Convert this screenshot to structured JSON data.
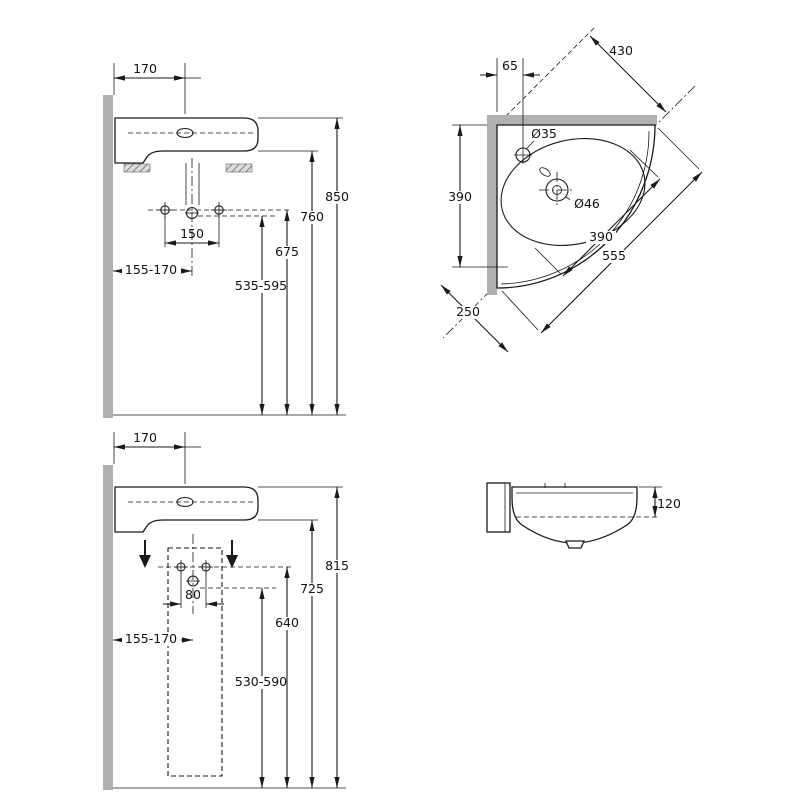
{
  "drawing": {
    "colors": {
      "wall": "#b0b0b0",
      "line": "#1a1a1a",
      "background": "#ffffff"
    },
    "views": {
      "side_upper": {
        "dims": {
          "width_170": "170",
          "height_850": "850",
          "height_760": "760",
          "height_675": "675",
          "holes_150": "150",
          "wall_range": "155-170",
          "drain_range": "535-595"
        }
      },
      "plan": {
        "dims": {
          "wall_430": "430",
          "tap_65": "65",
          "taphole_dia": "Ø35",
          "depth_390": "390",
          "drain_dia": "Ø46",
          "diag_390": "390",
          "diag_555": "555",
          "diag_250": "250"
        }
      },
      "side_lower": {
        "dims": {
          "width_170": "170",
          "height_815": "815",
          "height_725": "725",
          "height_640": "640",
          "holes_80": "80",
          "wall_range": "155-170",
          "drain_range": "530-590"
        }
      },
      "front": {
        "dims": {
          "height_120": "120"
        }
      }
    }
  }
}
